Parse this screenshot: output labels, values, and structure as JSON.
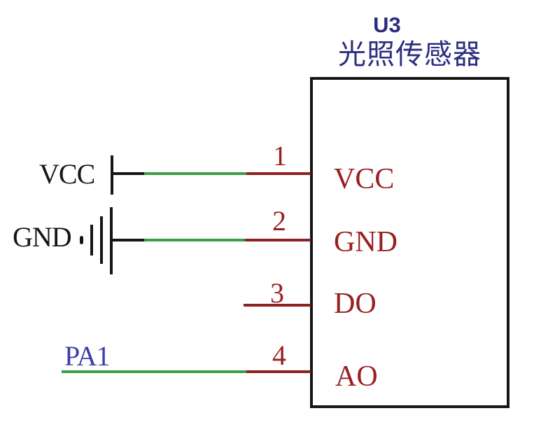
{
  "diagram": {
    "component": {
      "refdes": "U3",
      "name": "光照传感器",
      "pins": [
        {
          "number": "1",
          "label": "VCC"
        },
        {
          "number": "2",
          "label": "GND"
        },
        {
          "number": "3",
          "label": "DO"
        },
        {
          "number": "4",
          "label": "AO"
        }
      ]
    },
    "nets": {
      "vcc": "VCC",
      "gnd": "GND",
      "pa1": "PA1"
    },
    "colors": {
      "wire_green": "#3c9e4a",
      "wire_red": "#8e2222",
      "pin_text": "#9a1f1f",
      "refdes_navy": "#2b2e80",
      "net_blue": "#3c3fa8",
      "ink_black": "#161616",
      "background": "#ffffff"
    }
  }
}
